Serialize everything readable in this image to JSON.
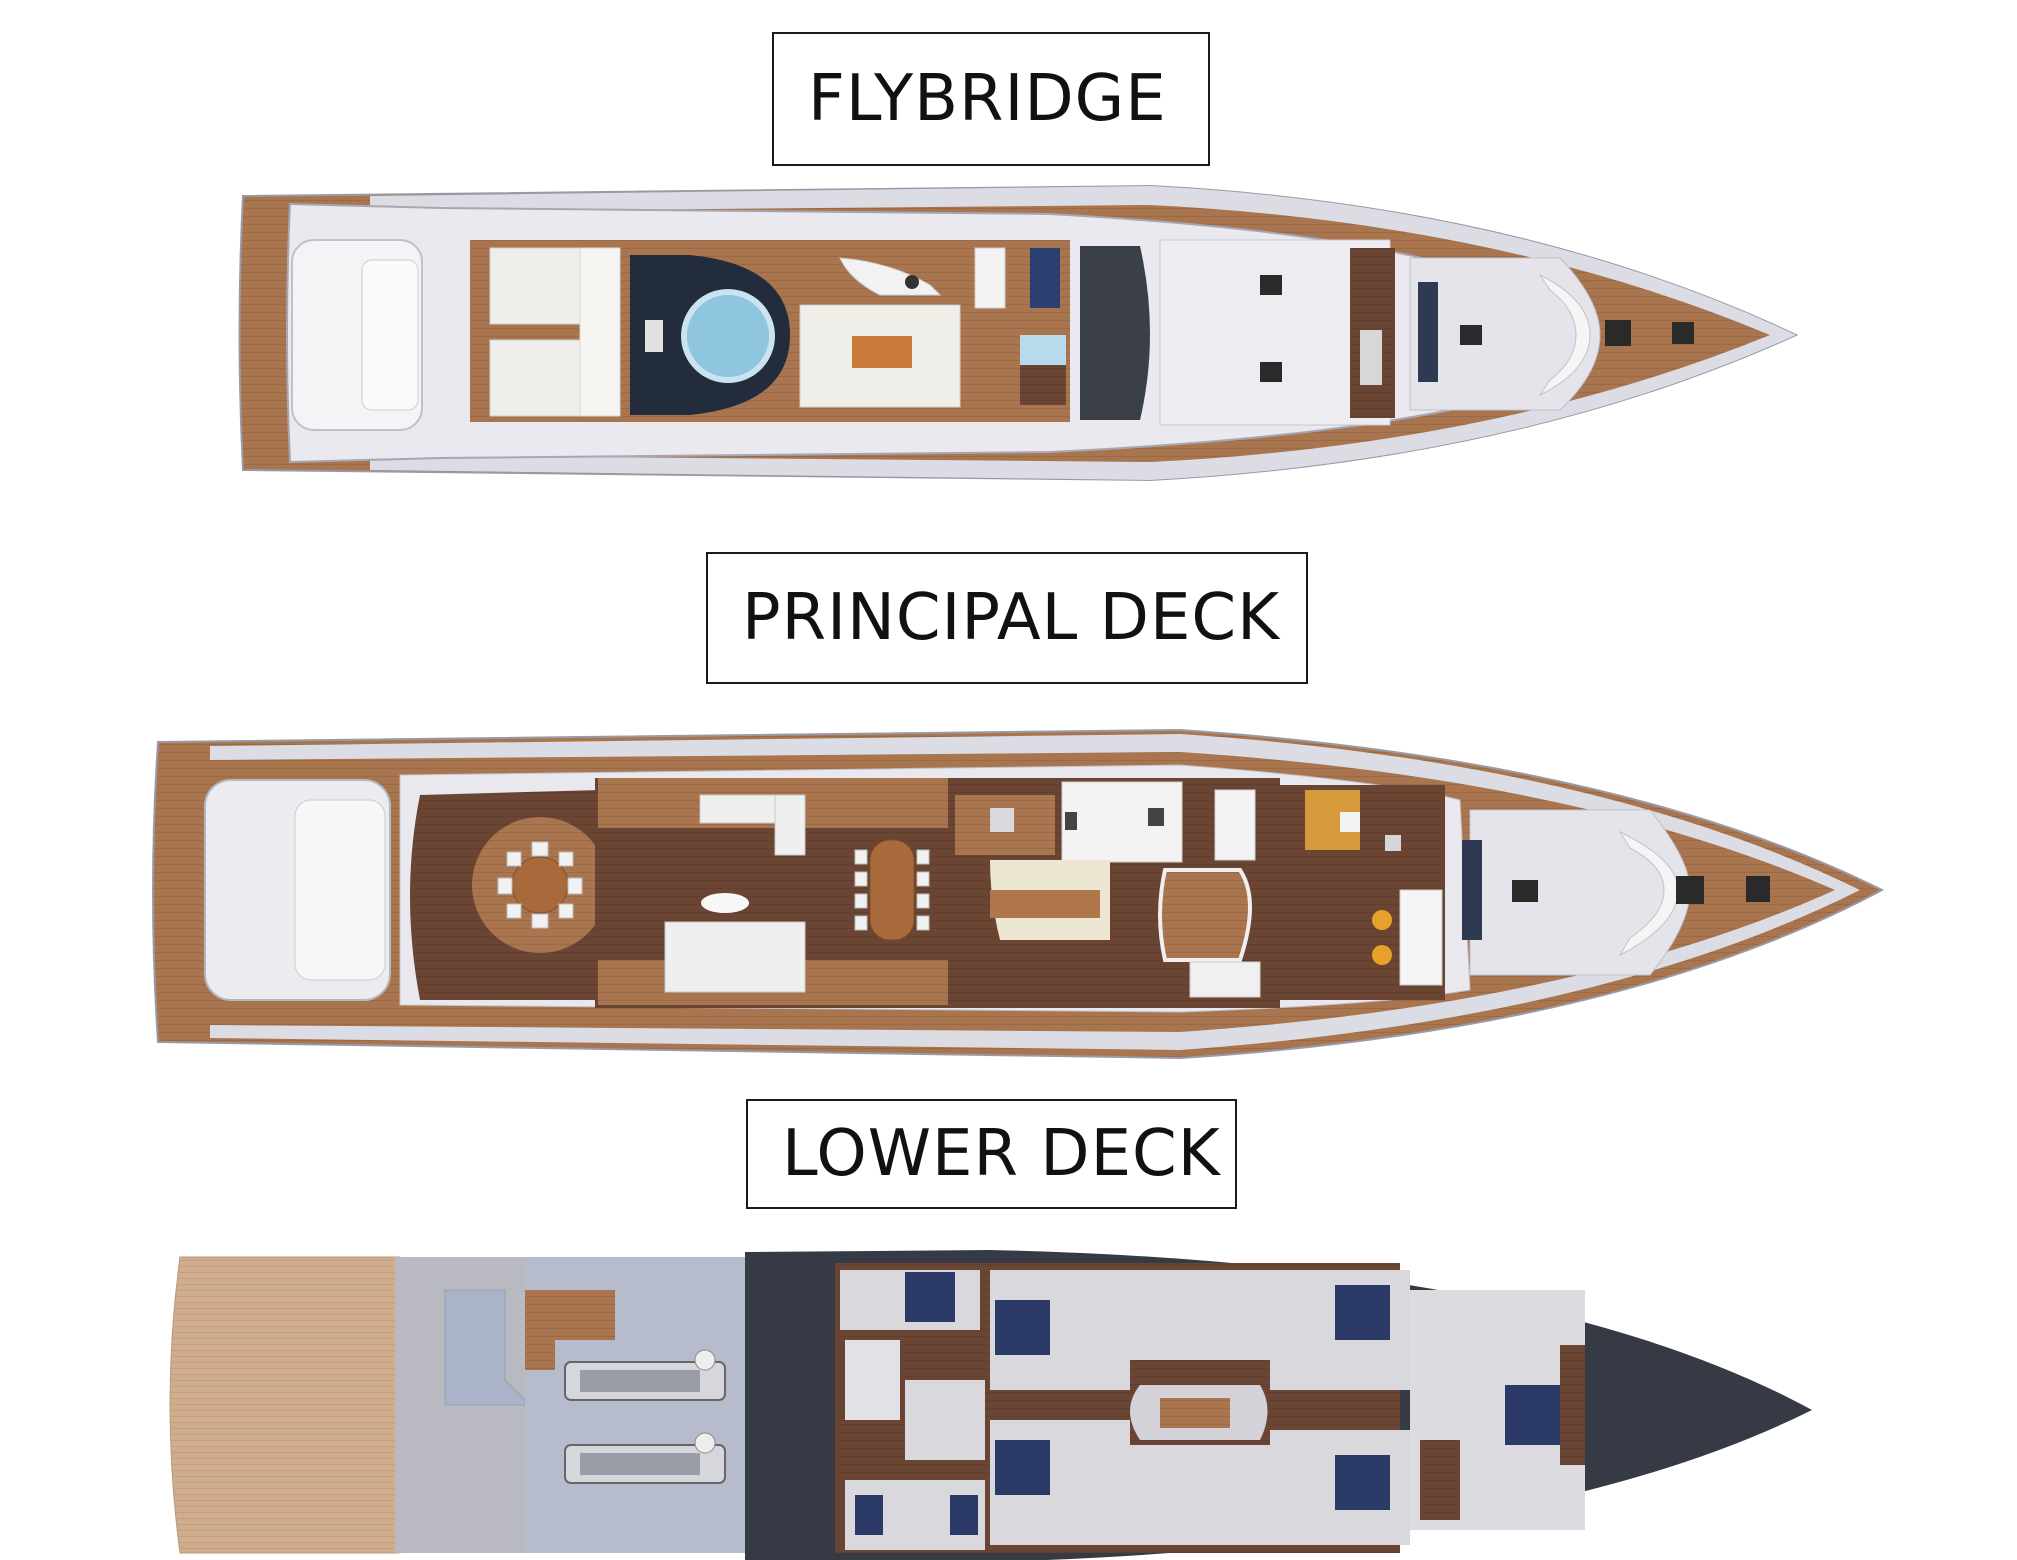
{
  "decks": {
    "flybridge": {
      "label": "FLYBRIDGE"
    },
    "principal": {
      "label": "PRINCIPAL DECK"
    },
    "lower": {
      "label": "LOWER DECK"
    }
  },
  "colors": {
    "teak": "#a8754e",
    "dark_wood": "#6a4533",
    "hull_white": "#e8e8ee",
    "hull_shadow": "#b8b8c4",
    "lower_hull": "#353a45",
    "lower_floor": "#c9c9cf",
    "engine_room": "#b6bccb",
    "pool_blue": "#8ec5df",
    "bed_navy": "#2b3a66",
    "cream": "#ece6d2"
  },
  "icons": [
    "yacht-hull-icon",
    "dining-table-icon",
    "bed-icon",
    "engine-icon",
    "jacuzzi-icon",
    "sofa-icon",
    "staircase-icon"
  ]
}
